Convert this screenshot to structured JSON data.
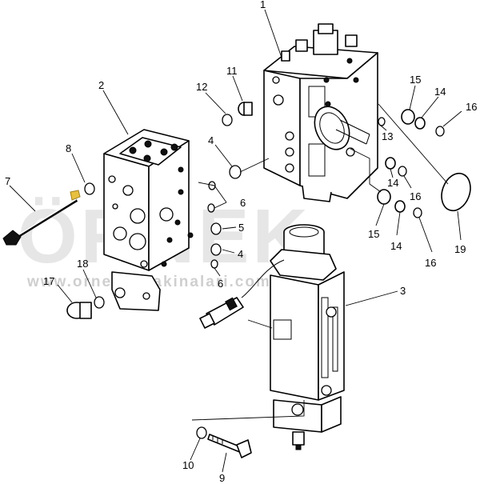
{
  "watermark": {
    "brand": "ÖRNEK",
    "url": "www.ornekismakinalari.com.tr"
  },
  "callouts": {
    "c1": "1",
    "c2": "2",
    "c3": "3",
    "c4a": "4",
    "c4b": "4",
    "c5": "5",
    "c6a": "6",
    "c6b": "6",
    "c7": "7",
    "c8": "8",
    "c9": "9",
    "c10": "10",
    "c11": "11",
    "c12": "12",
    "c13": "13",
    "c14a": "14",
    "c14b": "14",
    "c14c": "14",
    "c15a": "15",
    "c15b": "15",
    "c16a": "16",
    "c16b": "16",
    "c16c": "16",
    "c17": "17",
    "c18": "18",
    "c19": "19"
  }
}
